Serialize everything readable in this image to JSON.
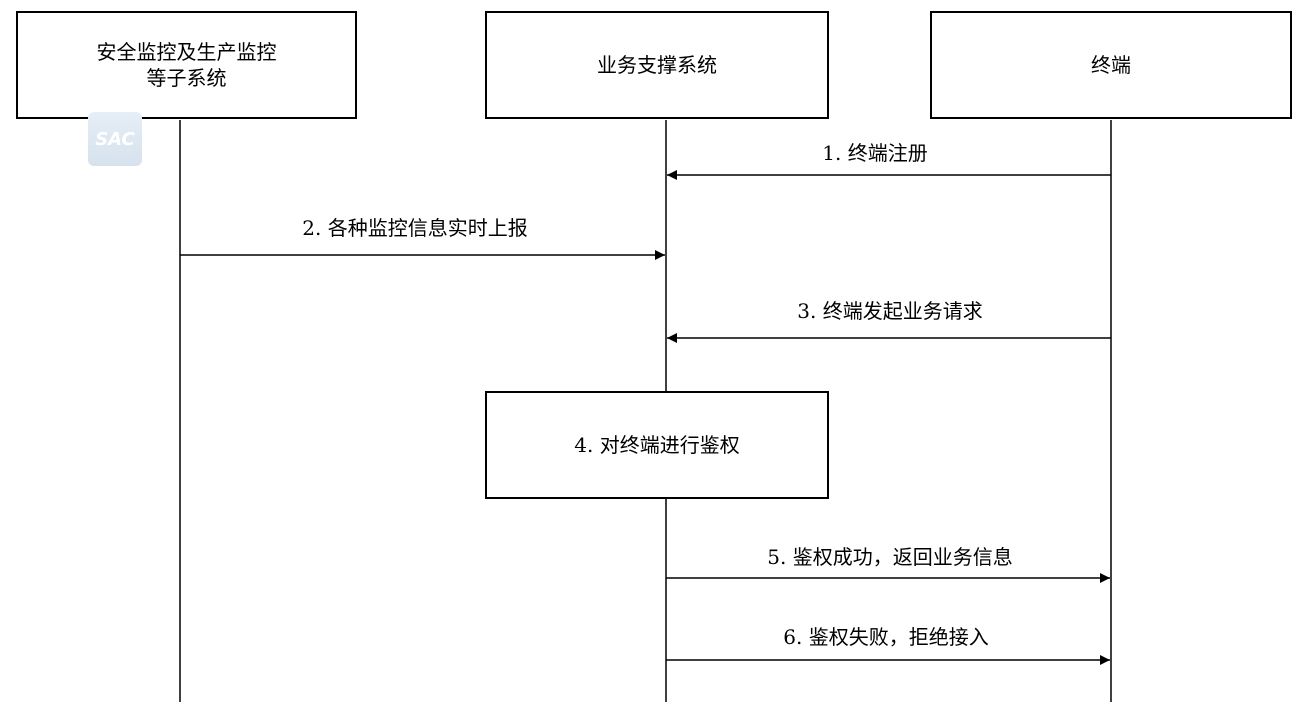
{
  "participants": [
    {
      "id": "monitor",
      "label": "安全监控及生产监控\n等子系统"
    },
    {
      "id": "support",
      "label": "业务支撑系统"
    },
    {
      "id": "terminal",
      "label": "终端"
    }
  ],
  "messages": [
    {
      "id": "m1",
      "label": "1. 终端注册",
      "from": "terminal",
      "to": "support"
    },
    {
      "id": "m2",
      "label": "2. 各种监控信息实时上报",
      "from": "monitor",
      "to": "support"
    },
    {
      "id": "m3",
      "label": "3. 终端发起业务请求",
      "from": "terminal",
      "to": "support"
    },
    {
      "id": "m5",
      "label": "5. 鉴权成功，返回业务信息",
      "from": "support",
      "to": "terminal"
    },
    {
      "id": "m6",
      "label": "6. 鉴权失败，拒绝接入",
      "from": "support",
      "to": "terminal"
    }
  ],
  "process": {
    "label": "4. 对终端进行鉴权",
    "on": "support"
  },
  "logo": {
    "text": "SAC"
  }
}
